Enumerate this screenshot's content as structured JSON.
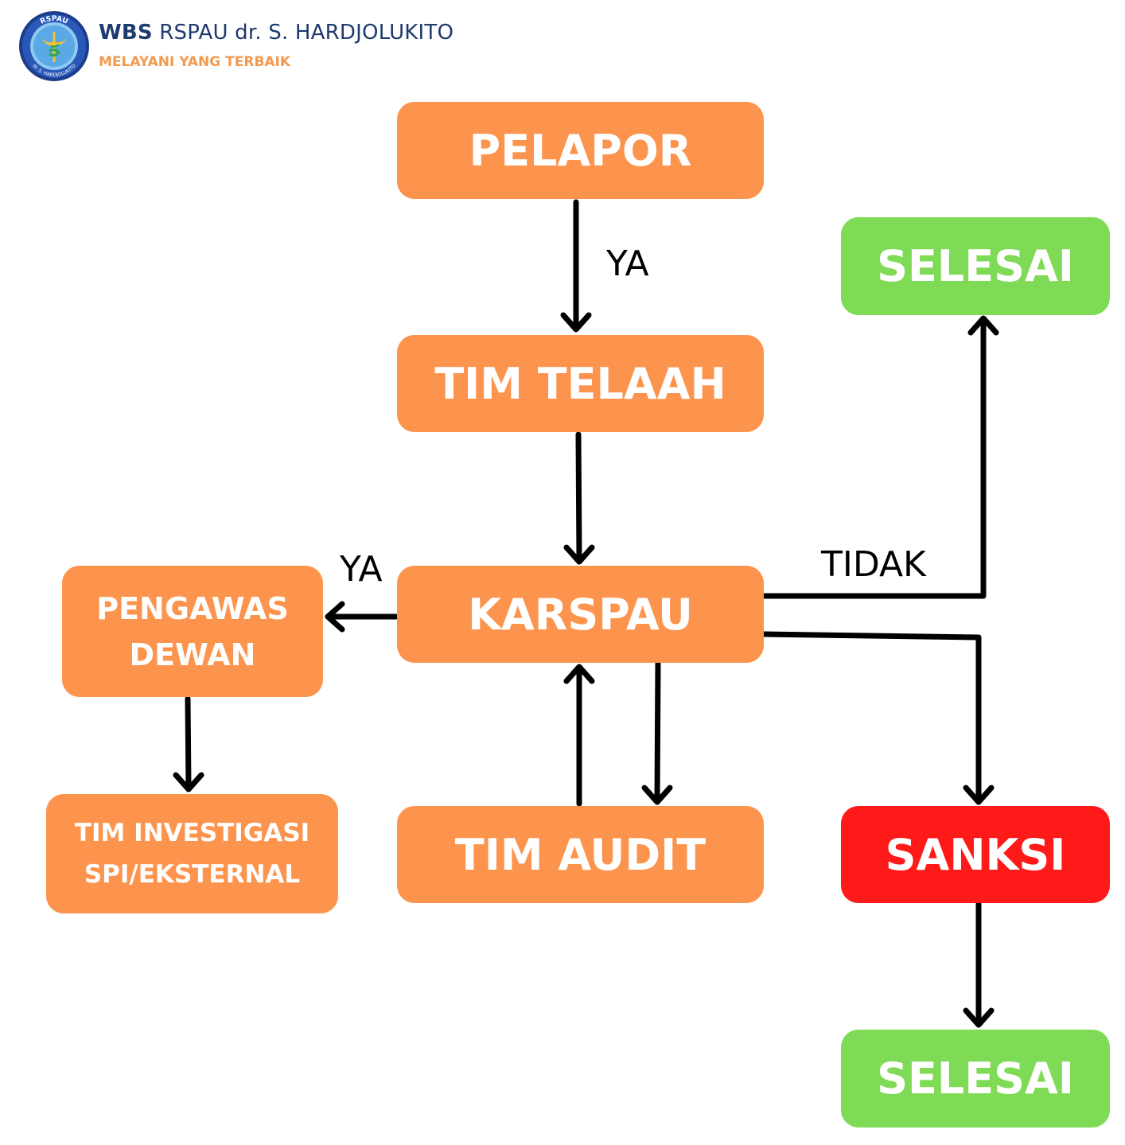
{
  "header": {
    "title_bold": "WBS",
    "title_rest": "RSPAU dr. S. HARDJOLUKITO",
    "tagline": "MELAYANI YANG TERBAIK",
    "logo_ring_text_top": "RSPAU",
    "logo_ring_text_bottom": "dr. S. HARDJOLUKITO"
  },
  "nodes": {
    "pelapor": "PELAPOR",
    "tim_telaah": "TIM TELAAH",
    "karspau": "KARSPAU",
    "pengawas_line1": "PENGAWAS",
    "pengawas_line2": "DEWAN",
    "tim_investigasi_line1": "TIM INVESTIGASI",
    "tim_investigasi_line2": "SPI/EKSTERNAL",
    "tim_audit": "TIM AUDIT",
    "selesai_top": "SELESAI",
    "sanksi": "SANKSI",
    "selesai_bottom": "SELESAI"
  },
  "edge_labels": {
    "pelapor_to_telaah": "YA",
    "karspau_to_pengawas": "YA",
    "karspau_to_selesai": "TIDAK"
  },
  "colors": {
    "process": "#fc944d",
    "end": "#7fdb55",
    "sanction": "#ff1a1a",
    "brand_blue": "#1f3a6e",
    "brand_orange": "#f39a4e"
  }
}
